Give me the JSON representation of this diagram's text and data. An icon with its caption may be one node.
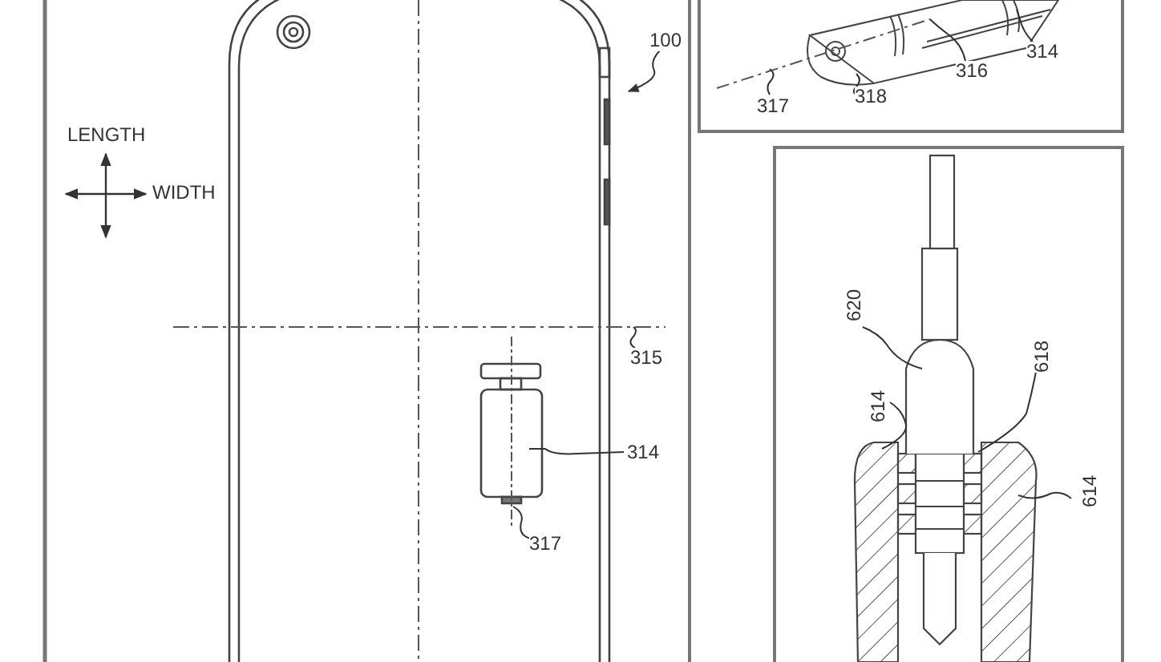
{
  "diagram": {
    "nodes": [
      {
        "text": [
          "100"
        ]
      },
      {
        "text": [
          "315"
        ]
      },
      {
        "text": [
          "314"
        ]
      },
      {
        "text": [
          "317"
        ]
      },
      {
        "text": [
          "317"
        ]
      },
      {
        "text": [
          "318"
        ]
      },
      {
        "text": [
          "316"
        ]
      },
      {
        "text": [
          "314"
        ]
      },
      {
        "text": [
          "620"
        ]
      },
      {
        "text": [
          "618"
        ]
      },
      {
        "text": [
          "614"
        ]
      },
      {
        "text": [
          "614"
        ]
      }
    ],
    "edges": [
      {
        "from": 0,
        "to": null,
        "arrow": "to"
      },
      {
        "from": 1,
        "to": null,
        "arrow": "none"
      },
      {
        "from": 2,
        "to": null,
        "arrow": "none"
      },
      {
        "from": 3,
        "to": null,
        "arrow": "none"
      },
      {
        "from": 4,
        "to": null,
        "arrow": "none"
      },
      {
        "from": 5,
        "to": null,
        "arrow": "none"
      },
      {
        "from": 6,
        "to": null,
        "arrow": "none"
      },
      {
        "from": 7,
        "to": null,
        "arrow": "none"
      },
      {
        "from": 8,
        "to": null,
        "arrow": "none"
      },
      {
        "from": 9,
        "to": null,
        "arrow": "none"
      },
      {
        "from": 10,
        "to": null,
        "arrow": "none"
      },
      {
        "from": 11,
        "to": null,
        "arrow": "none"
      }
    ],
    "labels": [
      "LENGTH",
      "WIDTH"
    ]
  }
}
